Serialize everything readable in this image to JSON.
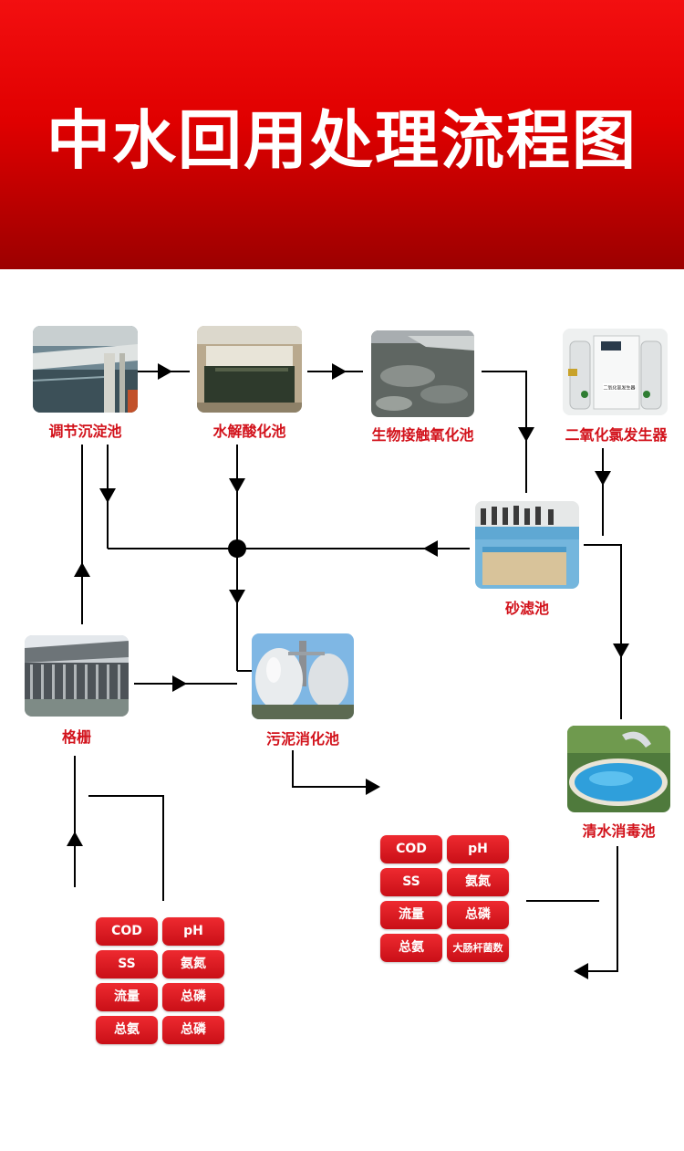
{
  "title": "中水回用处理流程图",
  "colors": {
    "header_red": "#e00000",
    "label_red": "#d2121b",
    "badge_red": "#dc1a22",
    "line": "#000000"
  },
  "nodes": {
    "adjust_tank": "调节沉淀池",
    "hydrolysis_tank": "水解酸化池",
    "contact_oxidation_tank": "生物接触氧化池",
    "chlorine_dioxide_generator": "二氧化氯发生器",
    "sand_filter": "砂滤池",
    "grille": "格栅",
    "sludge_digester": "污泥消化池",
    "clear_water_disinfection_tank": "清水消毒池"
  },
  "equipment_plate_text": "二氧化氯发生器",
  "inlet_indicators": [
    "COD",
    "pH",
    "SS",
    "氨氮",
    "流量",
    "总磷",
    "总氨",
    "总磷"
  ],
  "outlet_indicators": [
    "COD",
    "pH",
    "SS",
    "氨氮",
    "流量",
    "总磷",
    "总氨",
    "大肠杆菌数"
  ]
}
